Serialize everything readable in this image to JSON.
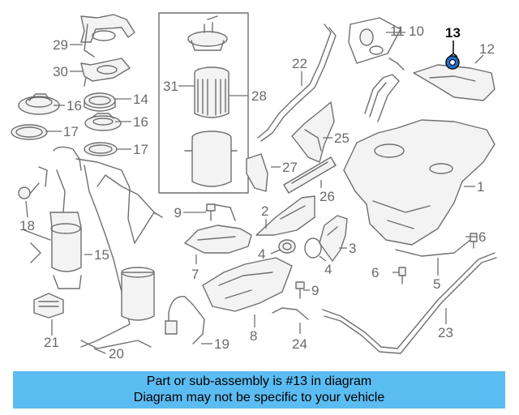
{
  "diagram": {
    "highlight_color": "#111111",
    "line_color": "#6f6f6f",
    "callouts": {
      "c1": "1",
      "c2": "2",
      "c3": "3",
      "c4a": "4",
      "c4b": "4",
      "c5": "5",
      "c6a": "6",
      "c6b": "6",
      "c7": "7",
      "c8": "8",
      "c9a": "9",
      "c9b": "9",
      "c10": "10",
      "c11": "11",
      "c12": "12",
      "c13": "13",
      "c14": "14",
      "c15": "15",
      "c16a": "16",
      "c16b": "16",
      "c17a": "17",
      "c17b": "17",
      "c18": "18",
      "c19": "19",
      "c20": "20",
      "c21": "21",
      "c22": "22",
      "c23": "23",
      "c24": "24",
      "c25": "25",
      "c26": "26",
      "c27": "27",
      "c28": "28",
      "c29": "29",
      "c30": "30",
      "c31": "31"
    }
  },
  "caption": {
    "background": "#5bbcf2",
    "line1": "Part or sub-assembly is #13 in diagram",
    "line2": "Diagram may not be specific to your vehicle"
  }
}
